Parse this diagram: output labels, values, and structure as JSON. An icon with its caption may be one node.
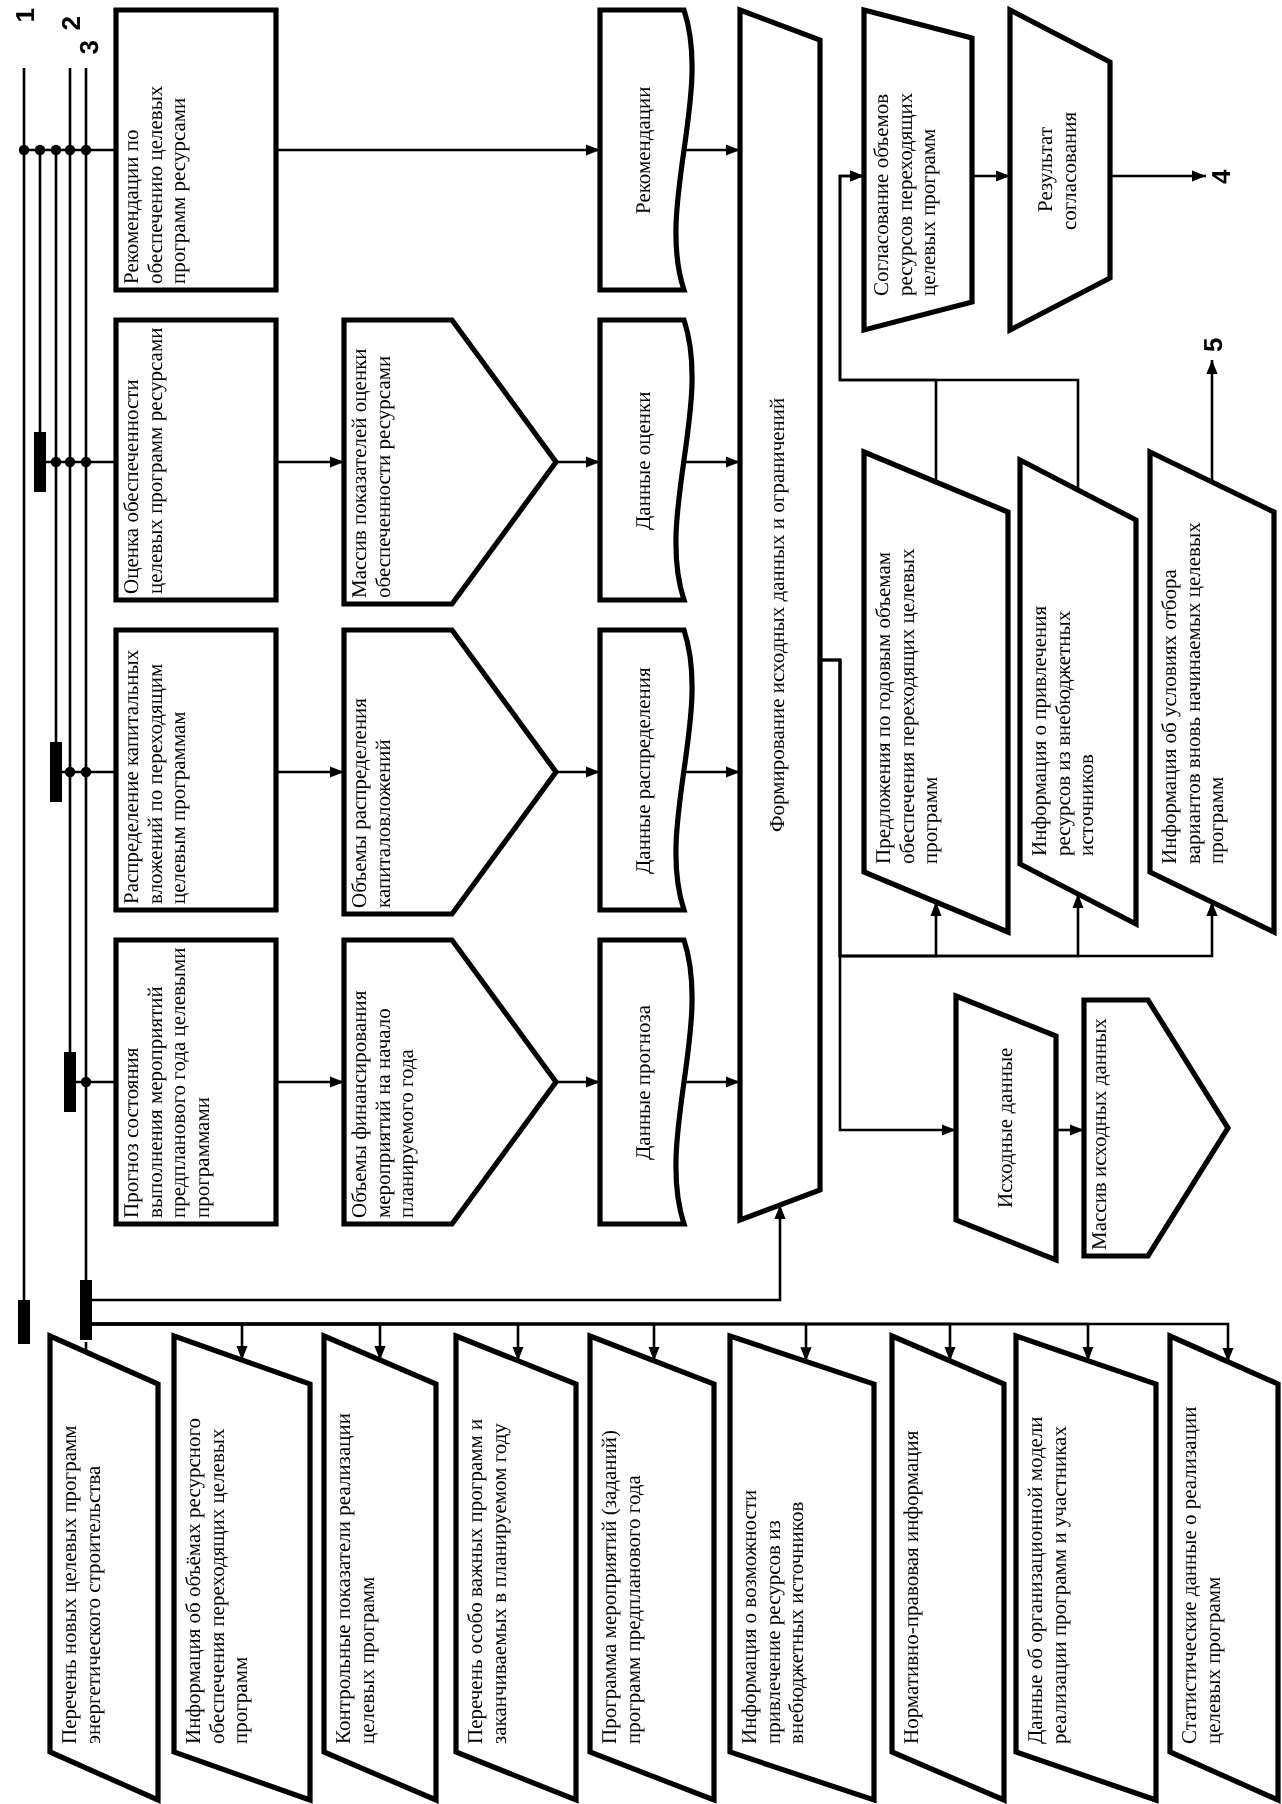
{
  "diagram": {
    "nodes": [
      {
        "text": [
          "Рекомендации по обеспечению целевых программ ресурсами"
        ]
      },
      {
        "text": [
          "Оценка обеспеченности целевых программ ресурсами"
        ]
      },
      {
        "text": [
          "Распределение капитальных вложений по переходящим целевым программам"
        ]
      },
      {
        "text": [
          "Прогноз состояния выполнения мероприятий предпланового года целевыми программами"
        ]
      },
      {
        "text": [
          "Массив показателей оценки обеспеченности ресурсами"
        ]
      },
      {
        "text": [
          "Объемы распределения капиталовложений"
        ]
      },
      {
        "text": [
          "Объемы финансирования мероприятий на начало планируемого года"
        ]
      },
      {
        "text": [
          "Рекомендации"
        ]
      },
      {
        "text": [
          "Данные оценки"
        ]
      },
      {
        "text": [
          "Данные распределения"
        ]
      },
      {
        "text": [
          "Данные прогноза"
        ]
      },
      {
        "text": [
          "Формирование исходных данных и ограничений"
        ]
      },
      {
        "text": [
          "Согласование объемов ресурсов переходящих целевых программ"
        ]
      },
      {
        "text": [
          "Результат согласования"
        ]
      },
      {
        "text": [
          "Предложения по годовым объемам обеспечения переходящих целевых программ"
        ]
      },
      {
        "text": [
          "Информация о привлечения ресурсов из внебюджетных источников"
        ]
      },
      {
        "text": [
          "Информация об условиях отбора вариантов вновь начинаемых целевых программ"
        ]
      },
      {
        "text": [
          "Исходные данные"
        ]
      },
      {
        "text": [
          "Массив исходных данных"
        ]
      },
      {
        "text": [
          "Перечень новых целевых программ энергетического строительства"
        ]
      },
      {
        "text": [
          "Информация об объёмах ресурсного обеспечения переходящих целевых программ"
        ]
      },
      {
        "text": [
          "Контрольные показатели реализации целевых программ"
        ]
      },
      {
        "text": [
          "Перечень особо важных программ и заканчиваемых в планируемом году"
        ]
      },
      {
        "text": [
          "Программа мероприятий (заданий) программ предпланового года"
        ]
      },
      {
        "text": [
          "Информация о возможности привлечение ресурсов из внебюджетных источников"
        ]
      },
      {
        "text": [
          "Нормативно-правовая информация"
        ]
      },
      {
        "text": [
          "Данные об организационной модели реализации программ и участниках"
        ]
      },
      {
        "text": [
          "Статистические данные о реализации целевых программ"
        ]
      },
      {
        "text": [
          "4"
        ]
      },
      {
        "text": [
          "5"
        ]
      }
    ],
    "edges": [
      {
        "from": 0,
        "to": 7,
        "arrow": "to"
      },
      {
        "from": 1,
        "to": 4,
        "arrow": "to"
      },
      {
        "from": 4,
        "to": 8,
        "arrow": "to"
      },
      {
        "from": 2,
        "to": 5,
        "arrow": "to"
      },
      {
        "from": 5,
        "to": 9,
        "arrow": "to"
      },
      {
        "from": 3,
        "to": 6,
        "arrow": "to"
      },
      {
        "from": 6,
        "to": 10,
        "arrow": "to"
      },
      {
        "from": 7,
        "to": 11,
        "arrow": "to"
      },
      {
        "from": 8,
        "to": 11,
        "arrow": "to"
      },
      {
        "from": 9,
        "to": 11,
        "arrow": "to"
      },
      {
        "from": 10,
        "to": 11,
        "arrow": "to"
      },
      {
        "from": 11,
        "to": 14,
        "arrow": "to"
      },
      {
        "from": 11,
        "to": 15,
        "arrow": "to"
      },
      {
        "from": 11,
        "to": 16,
        "arrow": "to"
      },
      {
        "from": 11,
        "to": 17,
        "arrow": "to"
      },
      {
        "from": 14,
        "to": 12,
        "arrow": "to"
      },
      {
        "from": 15,
        "to": 12,
        "arrow": "to"
      },
      {
        "from": 12,
        "to": 13,
        "arrow": "to"
      },
      {
        "from": 13,
        "to": 28,
        "arrow": "to"
      },
      {
        "from": 16,
        "to": 29,
        "arrow": "to"
      },
      {
        "from": 17,
        "to": 18,
        "arrow": "to"
      },
      {
        "from": null,
        "to": 11,
        "arrow": "to"
      },
      {
        "from": null,
        "to": 20,
        "arrow": "to"
      },
      {
        "from": null,
        "to": 21,
        "arrow": "to"
      },
      {
        "from": null,
        "to": 22,
        "arrow": "to"
      },
      {
        "from": null,
        "to": 23,
        "arrow": "to"
      },
      {
        "from": null,
        "to": 24,
        "arrow": "to"
      },
      {
        "from": null,
        "to": 25,
        "arrow": "to"
      },
      {
        "from": null,
        "to": 26,
        "arrow": "to"
      },
      {
        "from": null,
        "to": 27,
        "arrow": "to"
      },
      {
        "from": null,
        "to": 19,
        "arrow": "none"
      },
      {
        "from": null,
        "to": 0,
        "arrow": "other"
      },
      {
        "from": null,
        "to": 1,
        "arrow": "other"
      },
      {
        "from": null,
        "to": 2,
        "arrow": "other"
      },
      {
        "from": null,
        "to": 3,
        "arrow": "other"
      }
    ],
    "labels": [
      "1",
      "2",
      "3"
    ]
  }
}
